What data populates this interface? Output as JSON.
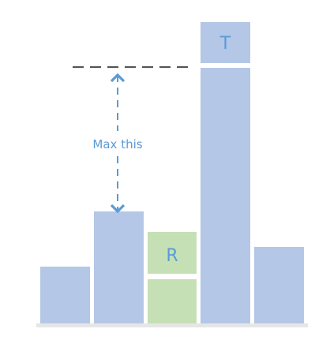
{
  "labels": {
    "top_block": "T",
    "middle_block": "R",
    "arrow": "Max this"
  },
  "colors": {
    "bar_blue": "#b4c7e7",
    "block_green": "#c5e0b4",
    "label_blue": "#5b9bd5",
    "arrow_blue": "#5b9bd5",
    "dashed_line": "#555555",
    "shadow": "#d0d0d0"
  }
}
